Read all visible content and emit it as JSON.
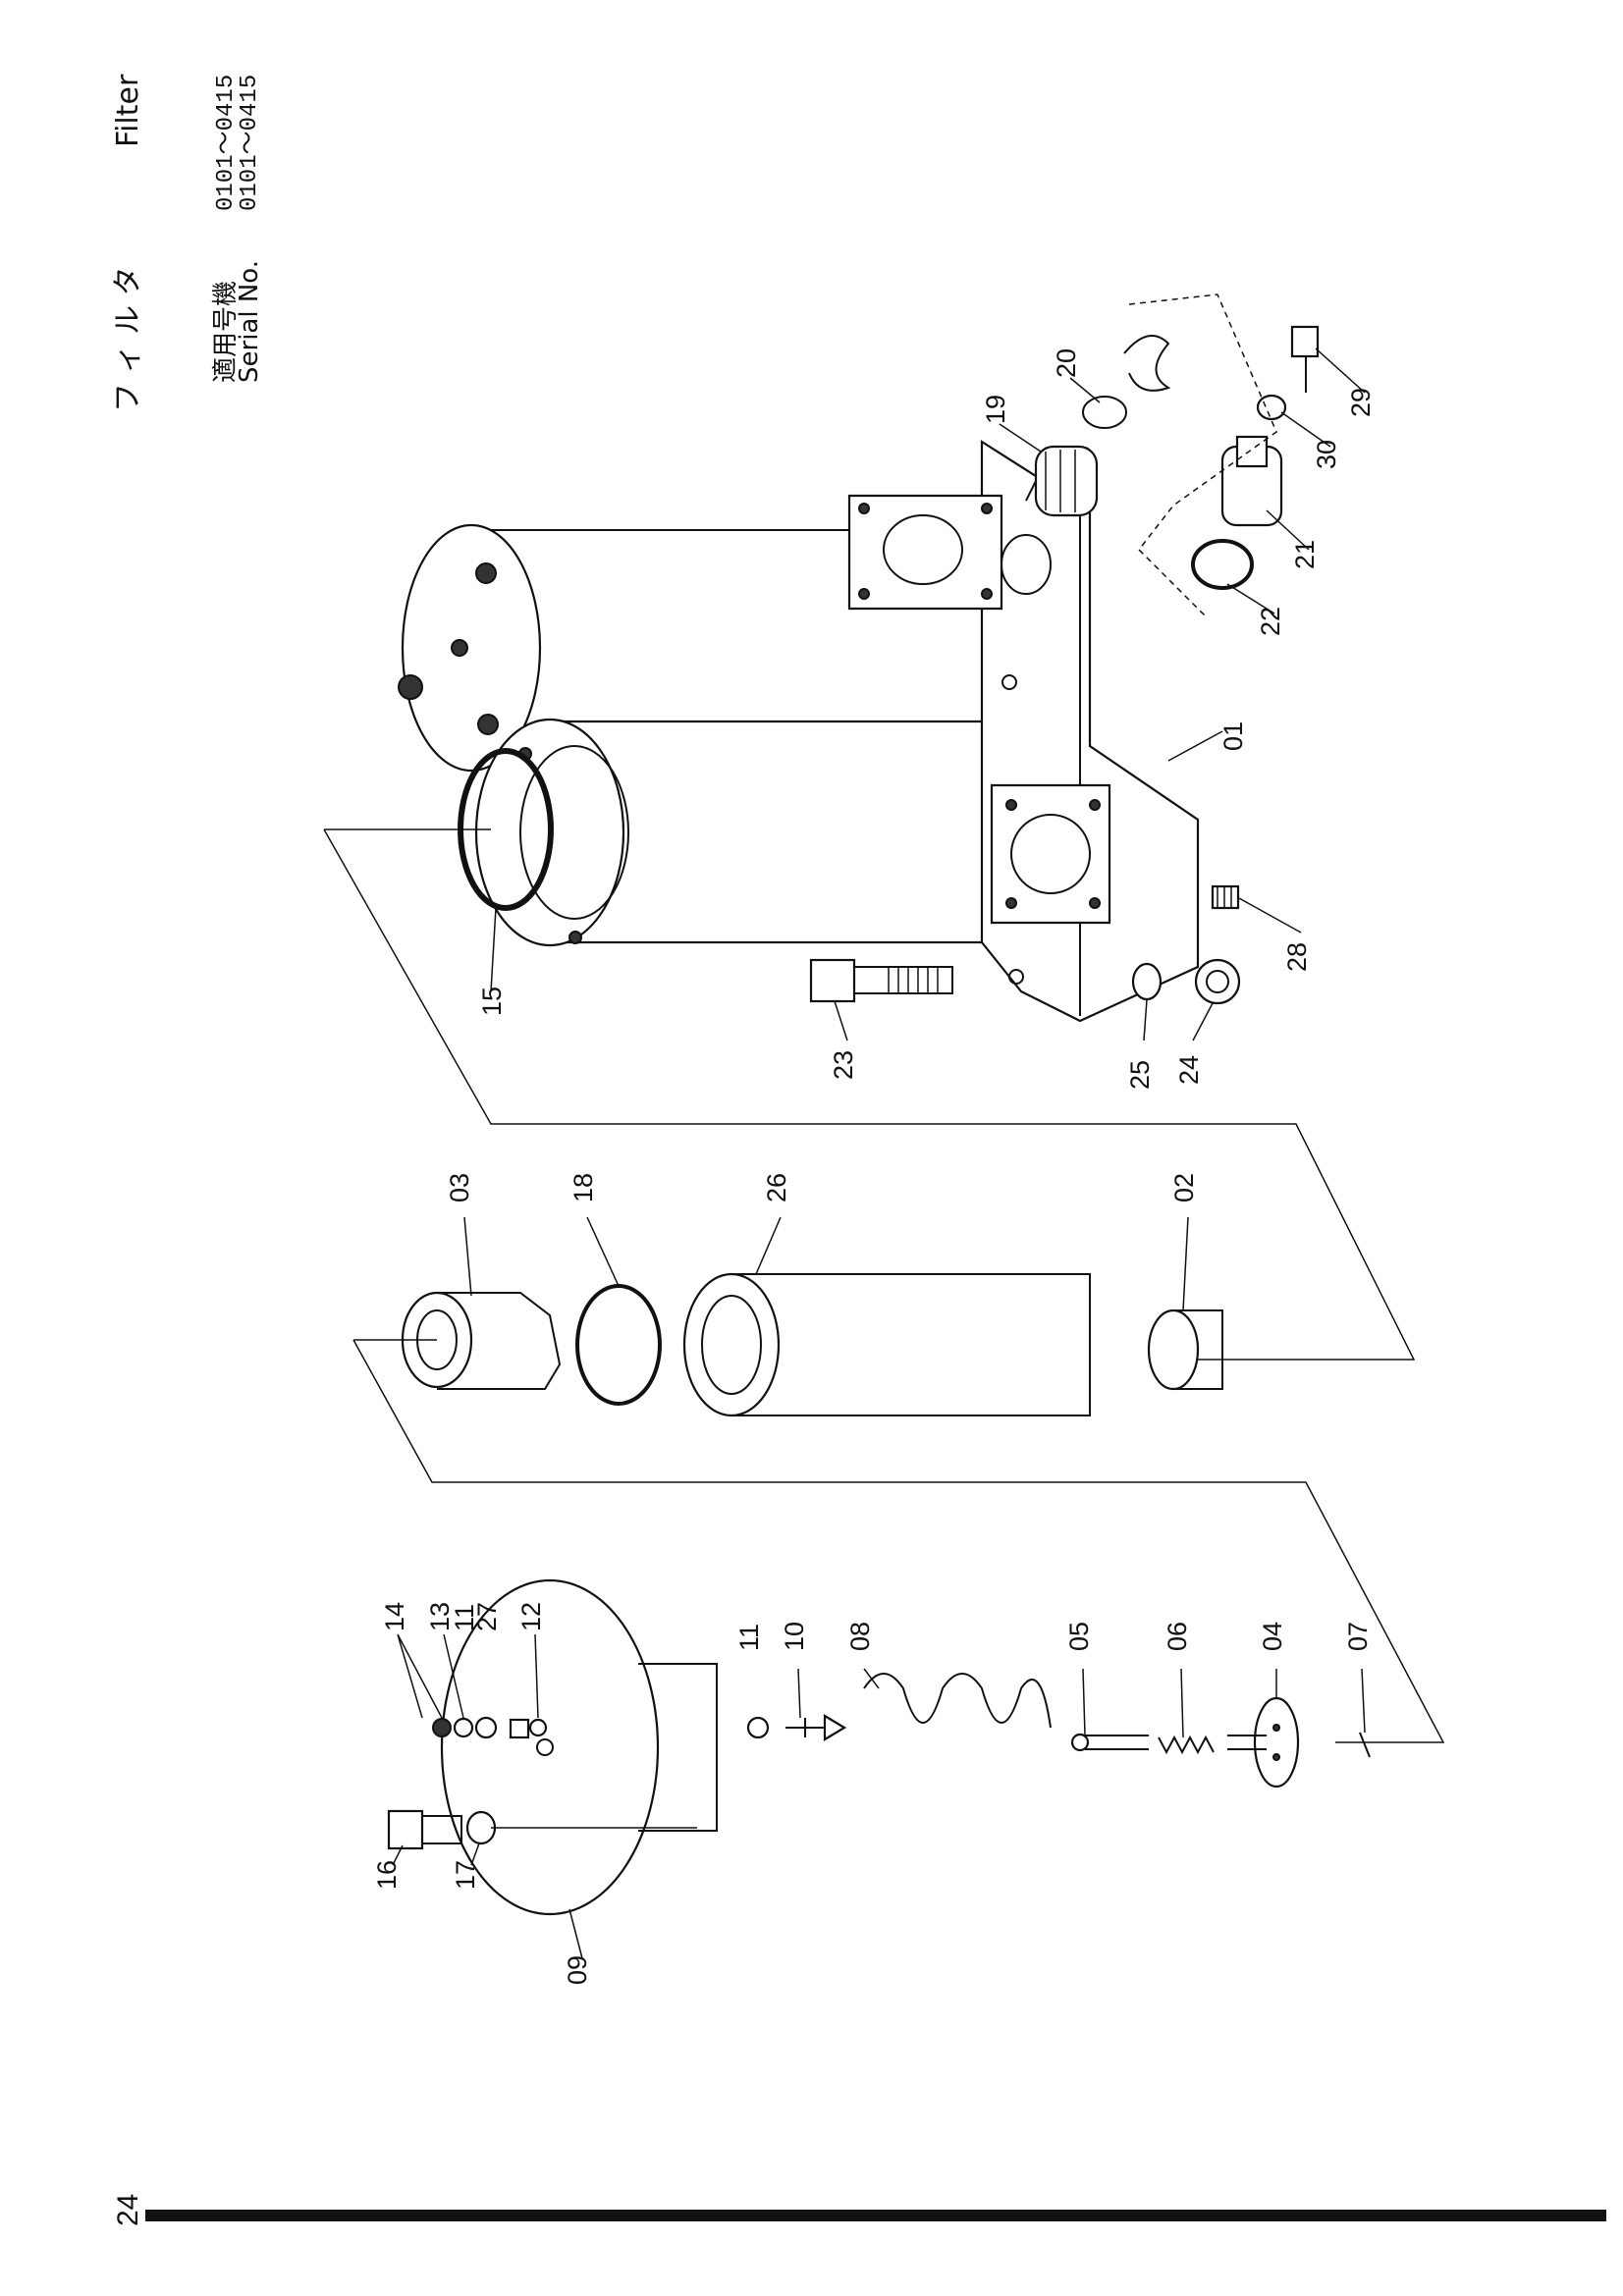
{
  "header": {
    "title_jp": "フ ィ ル タ",
    "title_en": "Filter",
    "serial_label_jp": "適用号機",
    "serial_label_en": "Serial No.",
    "serial_range_1": "0101～0415",
    "serial_range_2": "0101～0415"
  },
  "page_number": "24",
  "part_labels": {
    "p01": "01",
    "p02": "02",
    "p03": "03",
    "p04": "04",
    "p05": "05",
    "p06": "06",
    "p07": "07",
    "p08": "08",
    "p09": "09",
    "p10": "10",
    "p11a": "11",
    "p11b": "11",
    "p12": "12",
    "p13": "13",
    "p14": "14",
    "p15": "15",
    "p16": "16",
    "p17": "17",
    "p18": "18",
    "p19": "19",
    "p20": "20",
    "p21": "21",
    "p22": "22",
    "p23": "23",
    "p24": "24",
    "p25": "25",
    "p26": "26",
    "p27": "27",
    "p28": "28",
    "p29": "29",
    "p30": "30"
  }
}
